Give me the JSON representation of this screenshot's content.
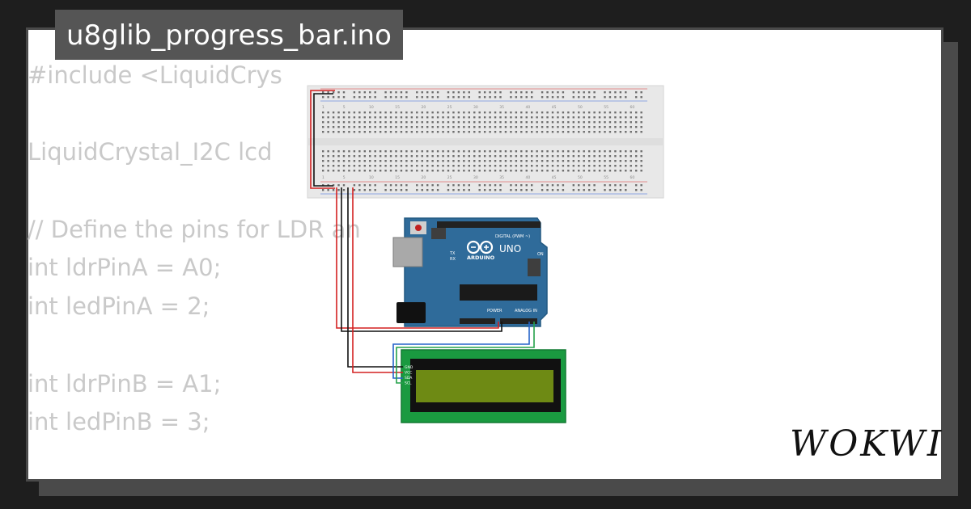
{
  "file_title": "u8glib_progress_bar.ino",
  "code_lines": [
    "#include <LiquidCrys",
    "",
    "LiquidCrystal_I2C lcd",
    "",
    "// Define the pins for LDR an",
    "int ldrPinA = A0;",
    "int ledPinA = 2;",
    "",
    "int ldrPinB = A1;",
    "int ledPinB = 3;"
  ],
  "arduino": {
    "logo": "ARDUINO",
    "model": "UNO",
    "digital_label": "DIGITAL (PWM ~)",
    "power_label": "POWER",
    "analog_label": "ANALOG IN",
    "on_label": "ON",
    "tx_label": "TX",
    "rx_label": "RX"
  },
  "breadboard": {
    "column_numbers": [
      "1",
      "5",
      "10",
      "15",
      "20",
      "25",
      "30",
      "35",
      "40",
      "45",
      "50",
      "55",
      "60"
    ]
  },
  "lcd": {
    "pins": [
      "GND",
      "VCC",
      "SDA",
      "SCL"
    ]
  },
  "brand": "WOKWI",
  "colors": {
    "background": "#1e1e1e",
    "card": "#ffffff",
    "tab": "#555555",
    "code_text": "#c9c9c9",
    "arduino_board": "#2f6b9a",
    "lcd_pcb": "#1a9a40",
    "lcd_screen": "#6e8a14",
    "wire_red": "#d42020",
    "wire_black": "#111111",
    "wire_blue": "#2563c9",
    "wire_green": "#24a24a"
  }
}
